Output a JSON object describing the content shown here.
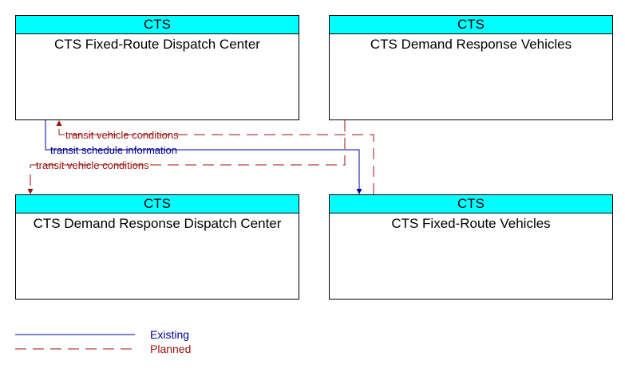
{
  "colors": {
    "header_fill": "#00ffff",
    "existing": "#000099",
    "planned": "#a01010"
  },
  "nodes": [
    {
      "owner": "CTS",
      "name": "CTS Fixed-Route Dispatch Center"
    },
    {
      "owner": "CTS",
      "name": "CTS Demand Response Vehicles"
    },
    {
      "owner": "CTS",
      "name": "CTS Demand Response Dispatch Center"
    },
    {
      "owner": "CTS",
      "name": "CTS Fixed-Route Vehicles"
    }
  ],
  "flows": [
    {
      "label": "transit vehicle conditions",
      "status": "planned",
      "from": "CTS Fixed-Route Vehicles",
      "to": "CTS Fixed-Route Dispatch Center"
    },
    {
      "label": "transit schedule information",
      "status": "existing",
      "from": "CTS Fixed-Route Dispatch Center",
      "to": "CTS Fixed-Route Vehicles"
    },
    {
      "label": "transit vehicle conditions",
      "status": "planned",
      "from": "CTS Demand Response Vehicles",
      "to": "CTS Demand Response Dispatch Center"
    }
  ],
  "legend": {
    "existing": "Existing",
    "planned": "Planned"
  }
}
